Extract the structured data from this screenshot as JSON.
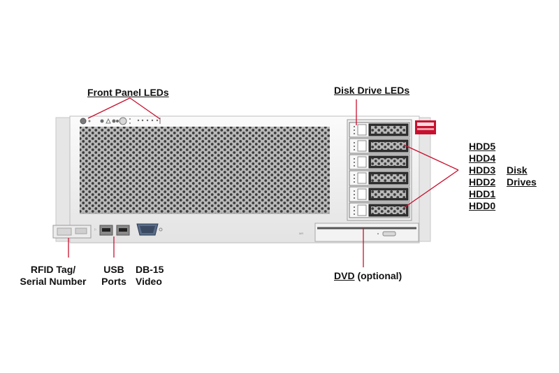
{
  "labels": {
    "front_panel_leds": "Front Panel LEDs",
    "disk_drive_leds": "Disk Drive LEDs",
    "hdd": [
      "HDD5",
      "HDD4",
      "HDD3",
      "HDD2",
      "HDD1",
      "HDD0"
    ],
    "disk": "Disk",
    "drives": "Drives",
    "rfid_line1": "RFID Tag/",
    "rfid_line2": "Serial Number",
    "usb_line1": "USB",
    "usb_line2": "Ports",
    "db15_line1": "DB-15",
    "db15_line2": "Video",
    "dvd": "DVD",
    "dvd_note": "(optional)"
  },
  "colors": {
    "callout_line": "#c8102e",
    "chassis": "#e9e9e9",
    "bezel": "#f6f6f6",
    "logo_red": "#c8102e"
  },
  "icons": [
    "power-button-icon",
    "locate-button-icon",
    "usb-port-icon",
    "vga-port-icon",
    "oracle-logo",
    "dvd-eject-button-icon"
  ]
}
